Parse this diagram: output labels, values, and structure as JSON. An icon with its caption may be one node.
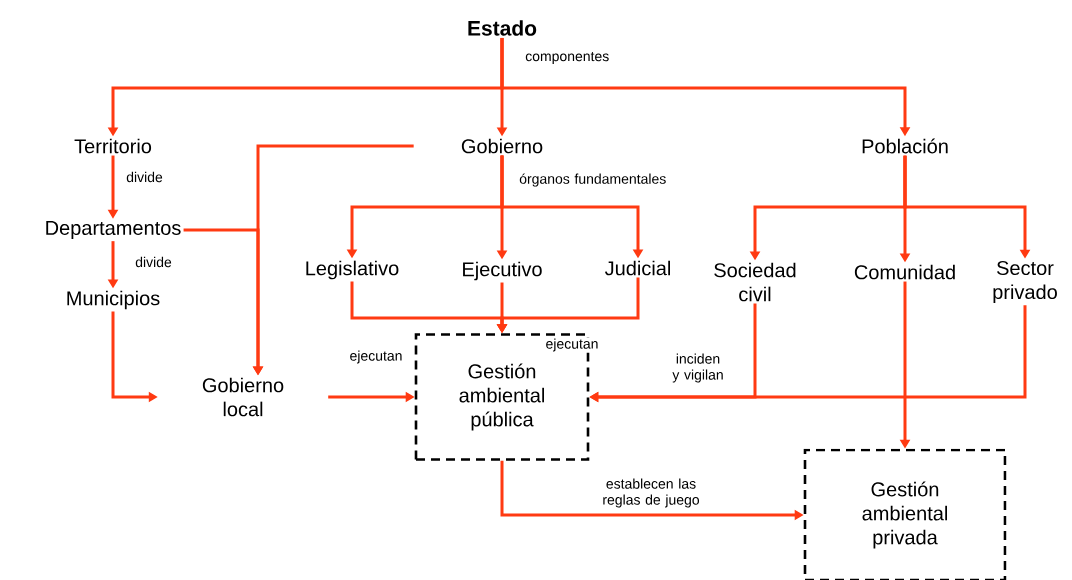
{
  "diagram": {
    "nodes": [
      {
        "text": [
          "Estado"
        ]
      },
      {
        "text": [
          "Territorio"
        ]
      },
      {
        "text": [
          "Gobierno"
        ]
      },
      {
        "text": [
          "Población"
        ]
      },
      {
        "text": [
          "Departamentos"
        ]
      },
      {
        "text": [
          "Municipios"
        ]
      },
      {
        "text": [
          "Legislativo"
        ]
      },
      {
        "text": [
          "Ejecutivo"
        ]
      },
      {
        "text": [
          "Judicial"
        ]
      },
      {
        "text": [
          "Sociedad civil"
        ]
      },
      {
        "text": [
          "Comunidad"
        ]
      },
      {
        "text": [
          "Sector privado"
        ]
      },
      {
        "text": [
          "Gobierno local"
        ]
      },
      {
        "text": [
          "Gestión ambiental pública"
        ]
      },
      {
        "text": [
          "Gestión ambiental privada"
        ]
      }
    ],
    "edges": [
      {
        "from": 0,
        "to": 1,
        "arrow": "to"
      },
      {
        "from": 0,
        "to": 2,
        "arrow": "to",
        "label": "componentes"
      },
      {
        "from": 0,
        "to": 3,
        "arrow": "to"
      },
      {
        "from": 1,
        "to": 4,
        "arrow": "to",
        "label": "divide"
      },
      {
        "from": 4,
        "to": 5,
        "arrow": "to",
        "label": "divide"
      },
      {
        "from": 2,
        "to": 12,
        "arrow": "to"
      },
      {
        "from": 4,
        "to": 12,
        "arrow": "to"
      },
      {
        "from": 5,
        "to": 12,
        "arrow": "to"
      },
      {
        "from": 2,
        "to": 6,
        "arrow": "to"
      },
      {
        "from": 2,
        "to": 7,
        "arrow": "to",
        "label": "órganos fundamentales"
      },
      {
        "from": 2,
        "to": 8,
        "arrow": "to"
      },
      {
        "from": 3,
        "to": 9,
        "arrow": "to"
      },
      {
        "from": 3,
        "to": 10,
        "arrow": "to"
      },
      {
        "from": 3,
        "to": 11,
        "arrow": "to"
      },
      {
        "from": 6,
        "to": 13,
        "arrow": "to"
      },
      {
        "from": 7,
        "to": 13,
        "arrow": "to",
        "label": "ejecutan"
      },
      {
        "from": 8,
        "to": 13,
        "arrow": "to"
      },
      {
        "from": 12,
        "to": 13,
        "arrow": "to",
        "label": "ejecutan"
      },
      {
        "from": 9,
        "to": 13,
        "arrow": "to",
        "label": "inciden y vigilan"
      },
      {
        "from": 11,
        "to": 13,
        "arrow": "to"
      },
      {
        "from": 10,
        "to": 14,
        "arrow": "to"
      },
      {
        "from": 13,
        "to": 14,
        "arrow": "to",
        "label": "establecen las reglas de juego"
      }
    ]
  }
}
